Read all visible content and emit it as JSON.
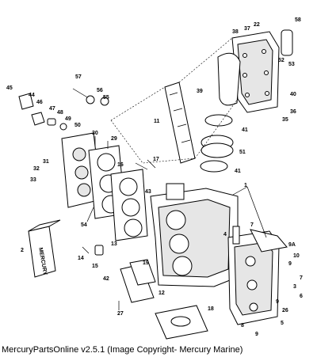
{
  "diagram": {
    "callouts": [
      "58",
      "22",
      "37",
      "38",
      "52",
      "53",
      "40",
      "39",
      "36",
      "35",
      "11",
      "41",
      "51",
      "41",
      "45",
      "44",
      "57",
      "56",
      "55",
      "46",
      "47",
      "48",
      "49",
      "50",
      "30",
      "29",
      "31",
      "32",
      "33",
      "16",
      "17",
      "43",
      "1",
      "54",
      "7",
      "9A",
      "10",
      "9",
      "7",
      "3",
      "2",
      "13",
      "14",
      "15",
      "19",
      "42",
      "12",
      "9",
      "6",
      "8",
      "26",
      "5",
      "9",
      "27",
      "18",
      "4"
    ],
    "gasket_label": "MERCURY"
  },
  "footer": {
    "text": "MercuryPartsOnline v2.5.1 (Image Copyright- Mercury Marine)"
  }
}
